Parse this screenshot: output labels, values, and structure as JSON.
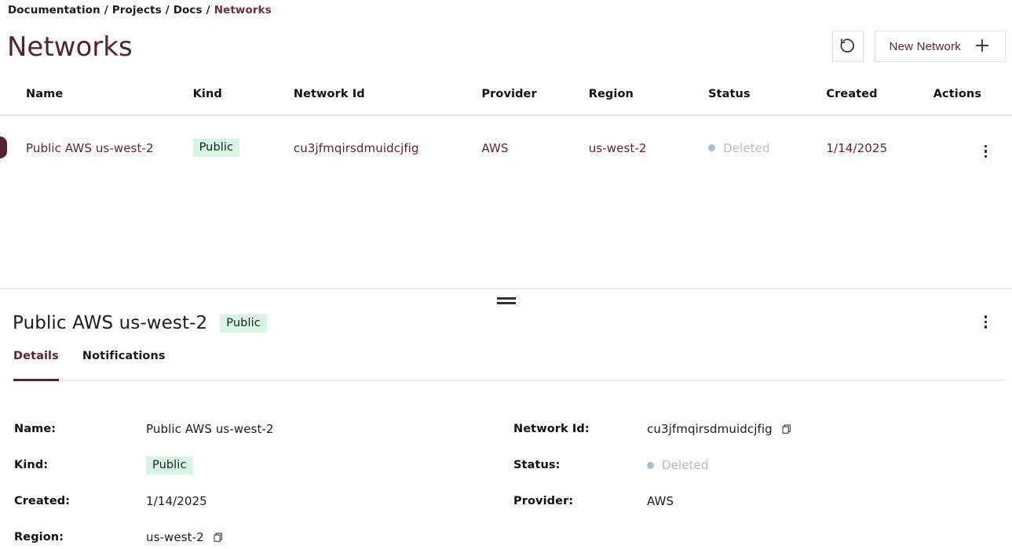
{
  "breadcrumb": {
    "items": [
      {
        "label": "Documentation",
        "current": false
      },
      {
        "label": "Projects",
        "current": false
      },
      {
        "label": "Docs",
        "current": false
      },
      {
        "label": "Networks",
        "current": true
      }
    ],
    "separator": "/"
  },
  "header": {
    "title": "Networks",
    "refresh_icon": "refresh-ccw-icon",
    "new_network_label": "New Network",
    "plus_icon": "plus-icon"
  },
  "table": {
    "columns": [
      "Name",
      "Kind",
      "Network Id",
      "Provider",
      "Region",
      "Status",
      "Created",
      "Actions"
    ],
    "rows": [
      {
        "name": "Public AWS us-west-2",
        "kind": "Public",
        "network_id": "cu3jfmqirsdmuidcjfig",
        "provider": "AWS",
        "region": "us-west-2",
        "status": "Deleted",
        "created": "1/14/2025",
        "actions_icon": "kebab-menu-icon",
        "selected": true
      }
    ]
  },
  "detail": {
    "title": "Public AWS us-west-2",
    "badge": "Public",
    "menu_icon": "kebab-menu-icon",
    "drag_handle_icon": "drag-handle-icon",
    "tabs": [
      {
        "label": "Details",
        "active": true
      },
      {
        "label": "Notifications",
        "active": false
      }
    ],
    "fields_left": [
      {
        "label": "Name:",
        "value": "Public AWS us-west-2",
        "type": "text",
        "copyable": false
      },
      {
        "label": "Kind:",
        "value": "Public",
        "type": "badge",
        "copyable": false
      },
      {
        "label": "Created:",
        "value": "1/14/2025",
        "type": "text",
        "copyable": false
      },
      {
        "label": "Region:",
        "value": "us-west-2",
        "type": "text",
        "copyable": true
      }
    ],
    "fields_right": [
      {
        "label": "Network Id:",
        "value": "cu3jfmqirsdmuidcjfig",
        "type": "text",
        "copyable": true
      },
      {
        "label": "Status:",
        "value": "Deleted",
        "type": "status",
        "copyable": false
      },
      {
        "label": "Provider:",
        "value": "AWS",
        "type": "text",
        "copyable": false
      }
    ],
    "copy_icon": "copy-icon"
  },
  "colors": {
    "brand": "#512334",
    "brand_text": "#5d2338",
    "badge_bg": "#d8f5e3",
    "status_muted": "#afbcc8",
    "border": "#dde3e9",
    "divider": "#e3e9ee"
  }
}
